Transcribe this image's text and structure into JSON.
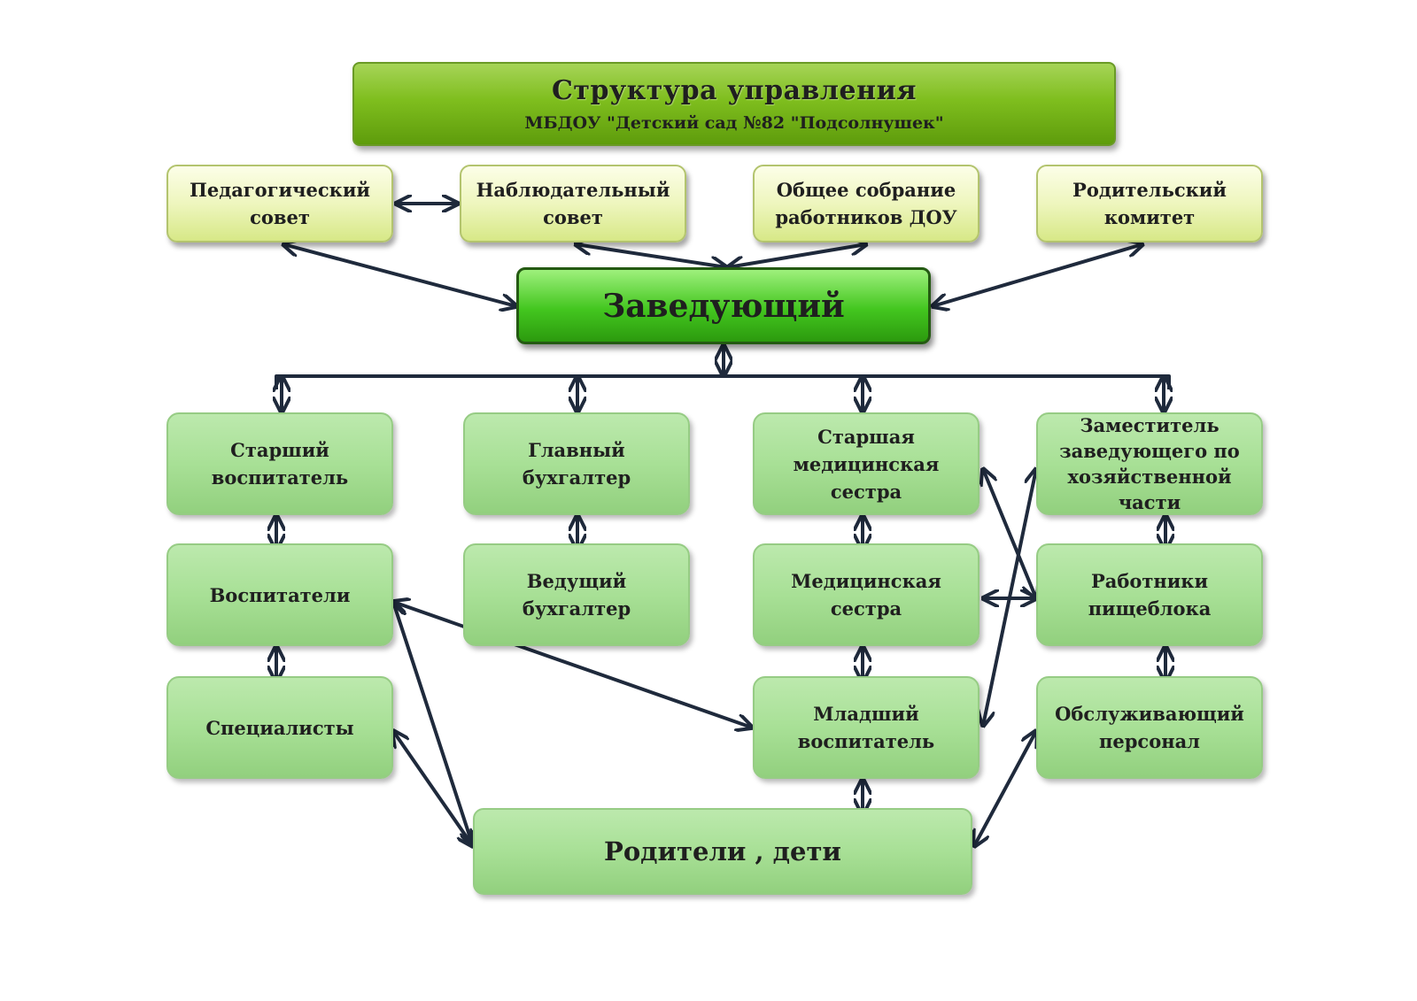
{
  "title": {
    "main": "Структура управления",
    "subtitle": "МБДОУ \"Детский сад №82 \"Подсолнушек\""
  },
  "councils": [
    {
      "id": "ped",
      "lines": [
        "Педагогический",
        "совет"
      ]
    },
    {
      "id": "obs",
      "lines": [
        "Наблюдательный",
        "совет"
      ]
    },
    {
      "id": "gen",
      "lines": [
        "Общее собрание",
        "работников ДОУ"
      ]
    },
    {
      "id": "par",
      "lines": [
        "Родительский",
        "комитет"
      ]
    }
  ],
  "head": {
    "label": "Заведующий"
  },
  "staff": {
    "senior_teacher": [
      "Старший",
      "воспитатель"
    ],
    "teachers": [
      "Воспитатели"
    ],
    "specialists": [
      "Специалисты"
    ],
    "chief_accountant": [
      "Главный",
      "бухгалтер"
    ],
    "lead_accountant": [
      "Ведущий",
      "бухгалтер"
    ],
    "senior_nurse": [
      "Старшая",
      "медицинская",
      "сестра"
    ],
    "nurse": [
      "Медицинская",
      "сестра"
    ],
    "junior_teacher": [
      "Младший",
      "воспитатель"
    ],
    "deputy_head": [
      "Заместитель",
      "заведующего по",
      "хозяйственной",
      "части"
    ],
    "kitchen_staff": [
      "Работники",
      "пищеблока"
    ],
    "service_staff": [
      "Обслуживающий",
      "персонал"
    ]
  },
  "parents": {
    "label": "Родители , дети"
  },
  "colors": {
    "arrow": "#1f2a3c",
    "title_green": "#7fbe1e",
    "head_green": "#43c61f",
    "staff_green": "#a8e096",
    "council_cream": "#eef6be"
  }
}
